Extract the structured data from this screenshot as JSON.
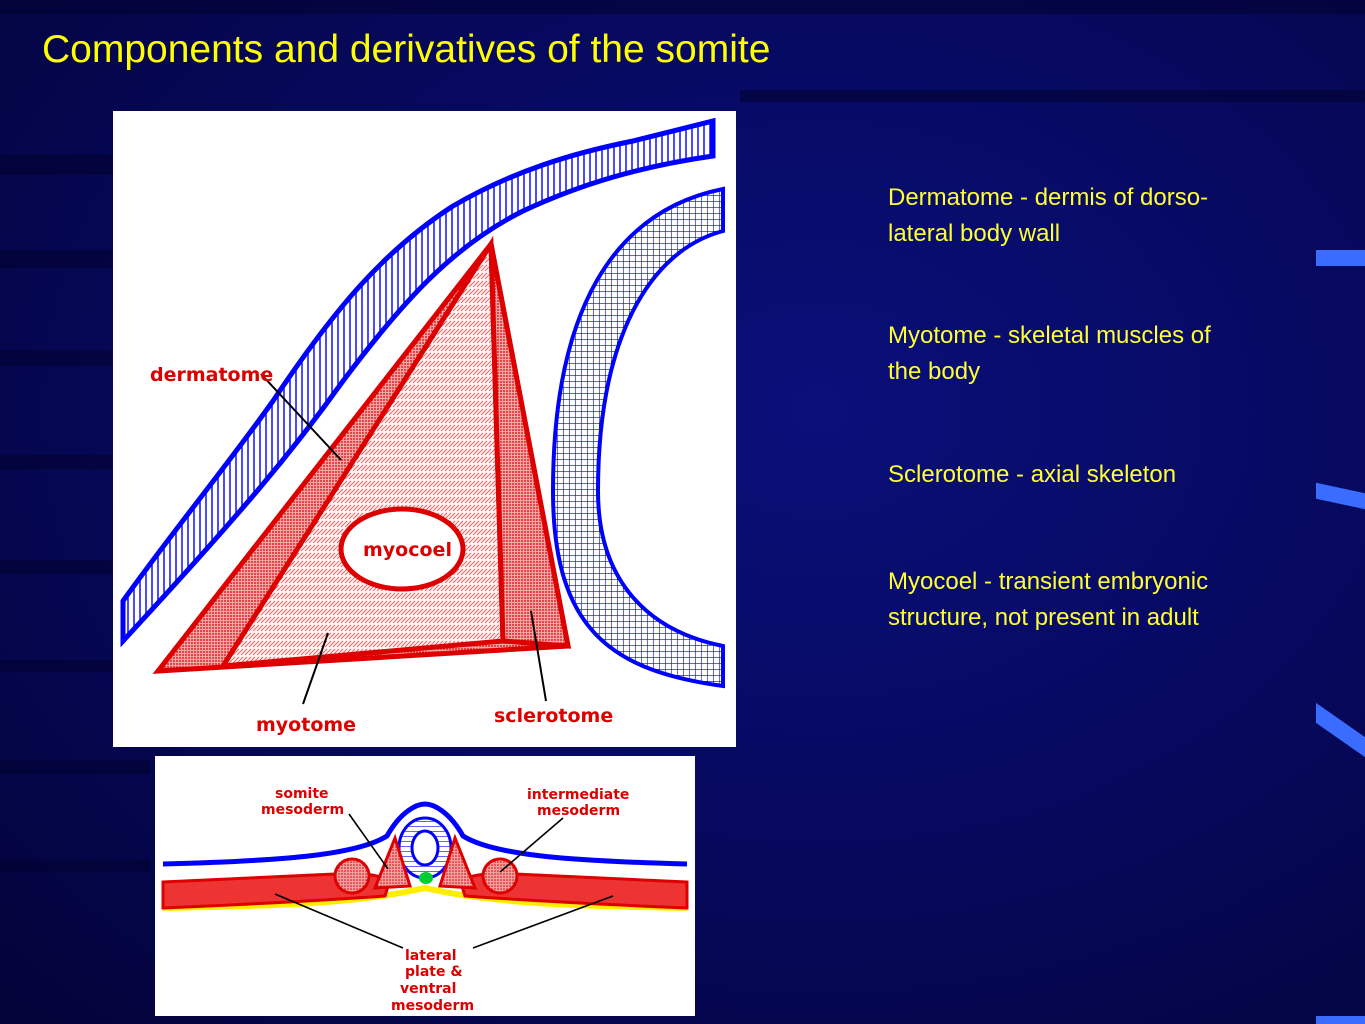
{
  "slide": {
    "title": "Components and derivatives of the somite",
    "descriptions": [
      {
        "line1": "Dermatome - dermis of dorso-",
        "line2": "lateral body wall"
      },
      {
        "line1": "Myotome - skeletal muscles of",
        "line2": "the body"
      },
      {
        "line1": "Sclerotome - axial skeleton",
        "line2": ""
      },
      {
        "line1": "Myocoel - transient embryonic",
        "line2": "structure, not present in adult"
      }
    ]
  },
  "diagram_top": {
    "labels": {
      "dermatome": "dermatome",
      "myocoel": "myocoel",
      "myotome": "myotome",
      "sclerotome": "sclerotome"
    }
  },
  "diagram_bottom": {
    "labels": {
      "somite_1": "somite",
      "somite_2": "mesoderm",
      "intermediate_1": "intermediate",
      "intermediate_2": "mesoderm",
      "lateral_1": "lateral",
      "lateral_2": "plate &",
      "lateral_3": "ventral",
      "lateral_4": "mesoderm"
    }
  },
  "colors": {
    "background": "#06085a",
    "title": "#ffff00",
    "text": "#ffff33",
    "diagram_red": "#dd0000",
    "diagram_blue": "#0000ff",
    "notochord_green": "#00cc33",
    "endoderm_yellow": "#ffee00"
  }
}
